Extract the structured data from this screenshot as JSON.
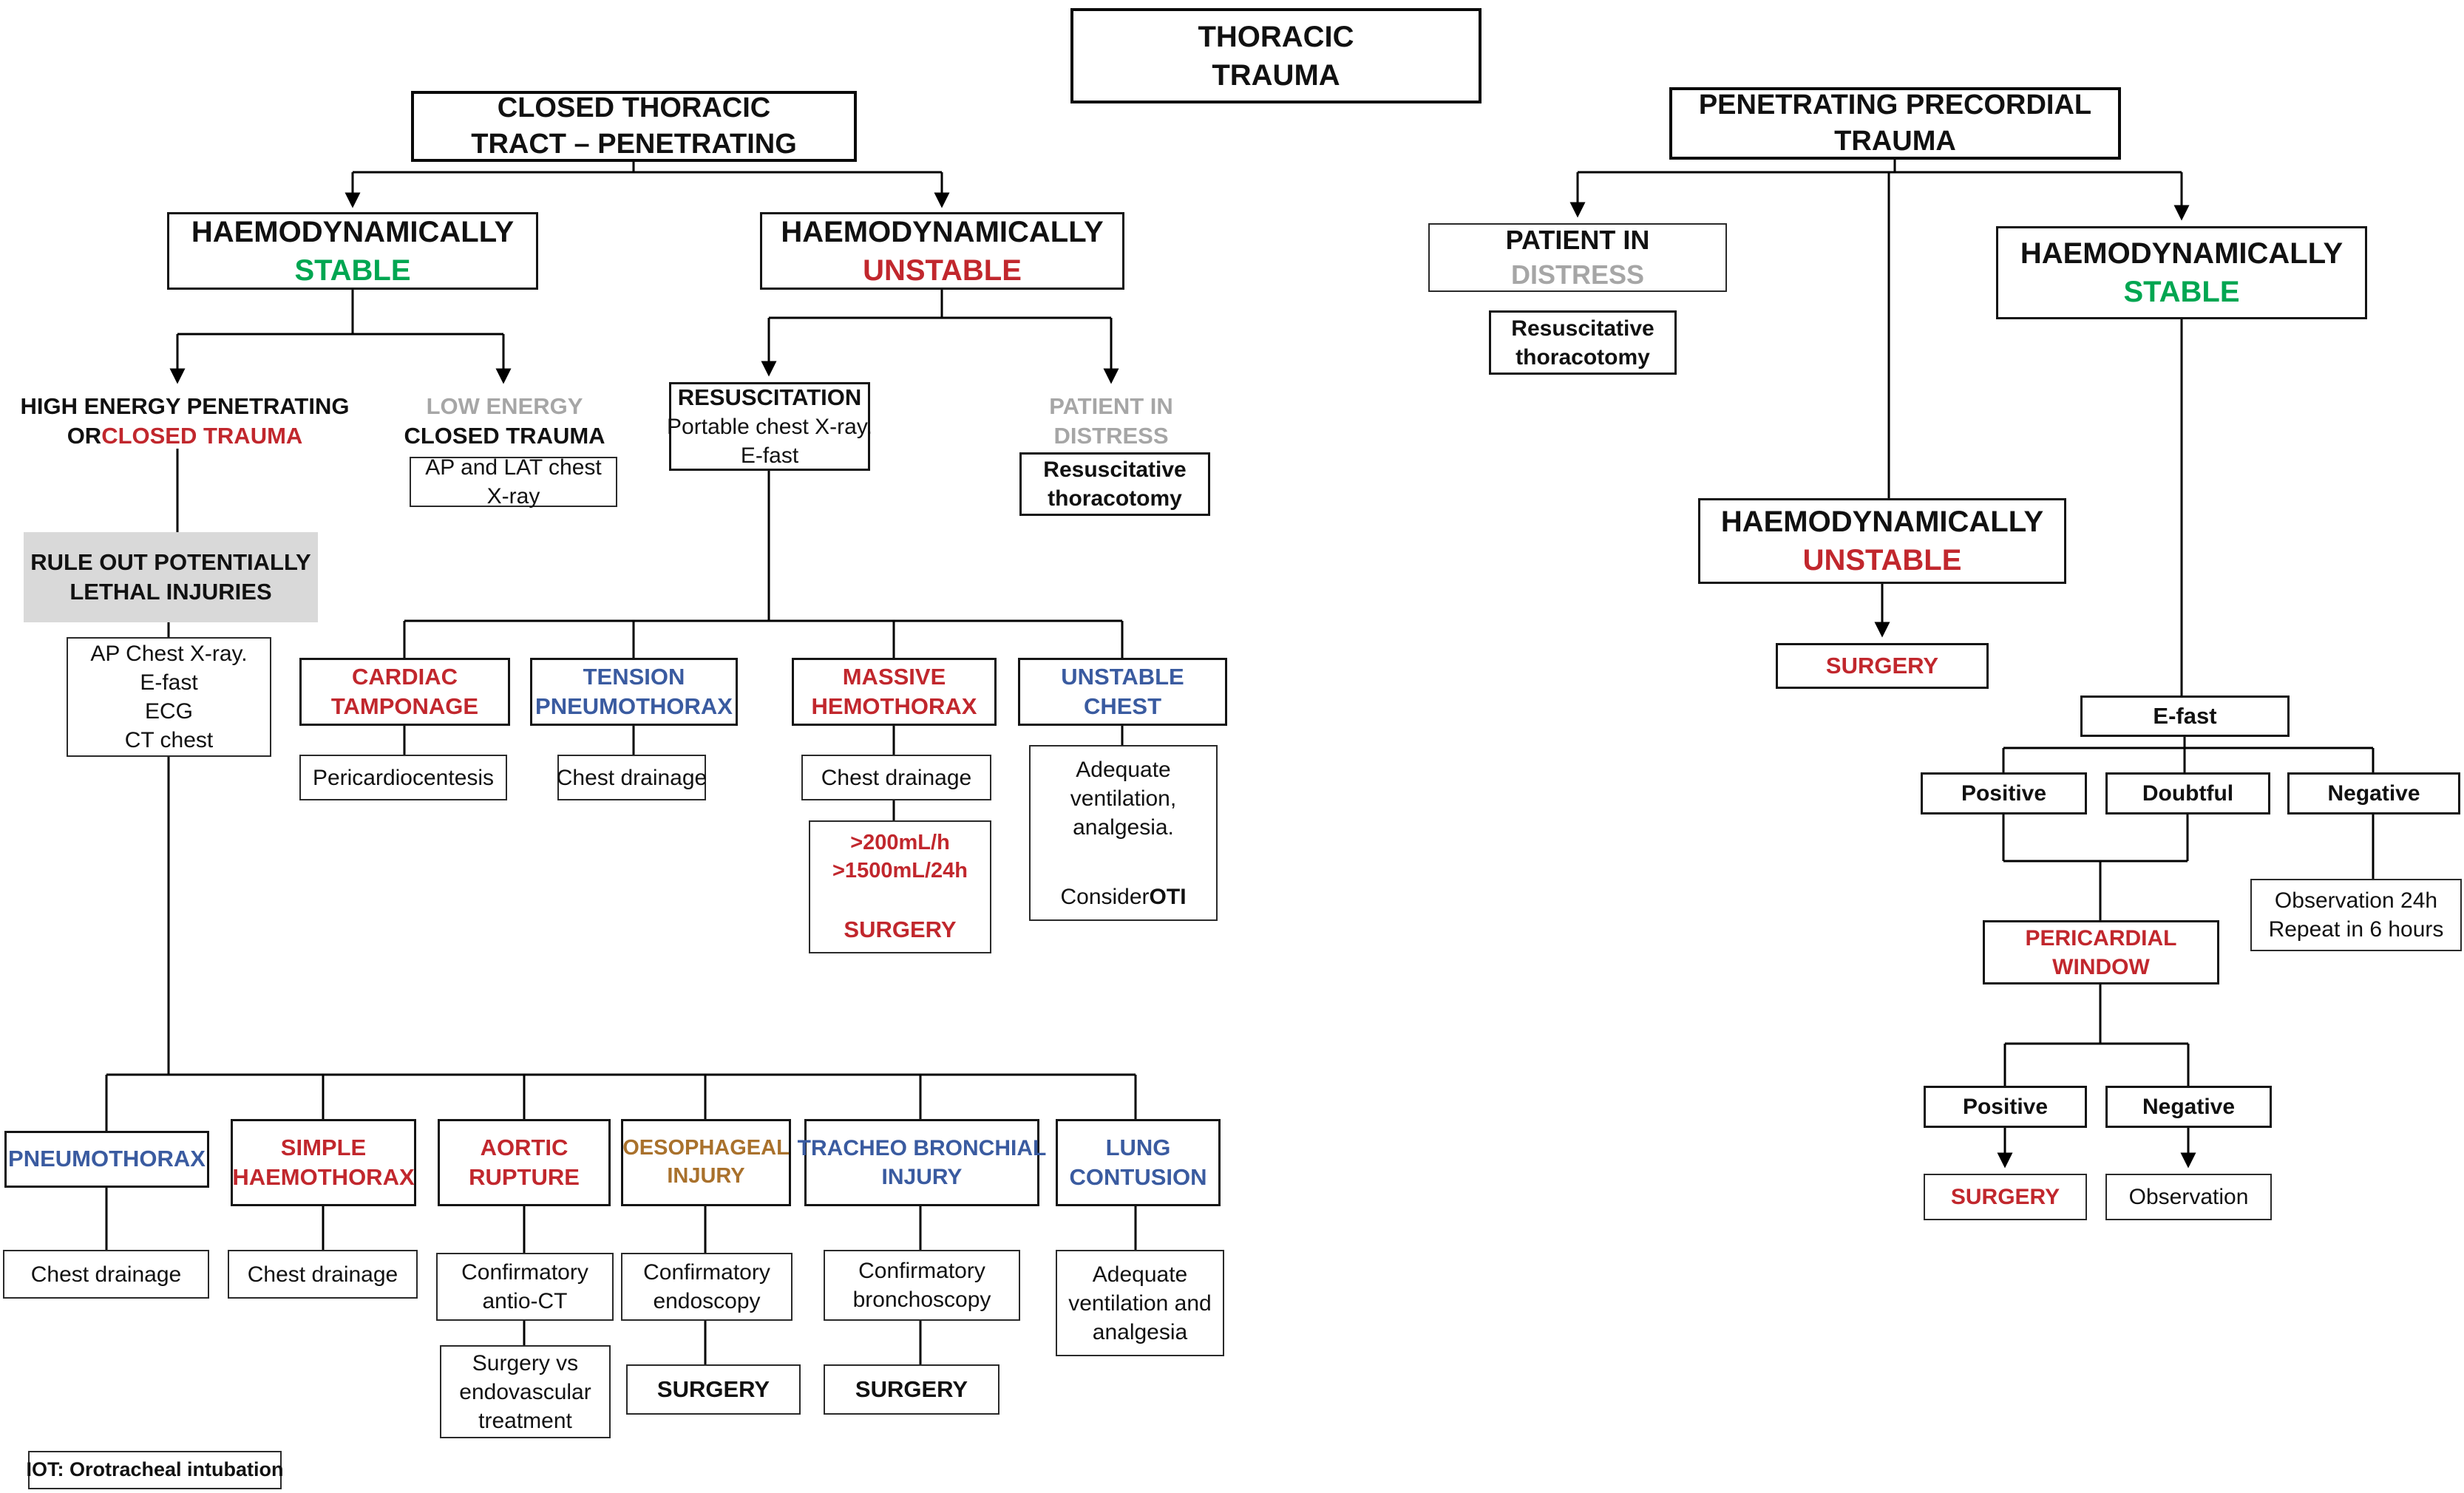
{
  "colors": {
    "text_black": "#111111",
    "accent_red": "#C1272D",
    "accent_green": "#00A651",
    "accent_blue": "#3A5BA0",
    "accent_gray": "#A6A6A6",
    "accent_brown": "#A9712C",
    "highlight_fill": "#D9D9D9",
    "line_color": "#000000"
  },
  "nodes": {
    "title": {
      "l1": "THORACIC",
      "l2": "TRAUMA"
    },
    "closedHeader": {
      "l1": "CLOSED THORACIC",
      "l2": "TRACT – PENETRATING"
    },
    "hemoStableL": {
      "l1": "HAEMODYNAMICALLY",
      "l2": "STABLE"
    },
    "hemoUnstableL": {
      "l1": "HAEMODYNAMICALLY",
      "l2": "UNSTABLE"
    },
    "highEnergy": {
      "l1": "HIGH ENERGY PENETRATING",
      "l2a": "OR ",
      "l2b": "CLOSED TRAUMA"
    },
    "lowEnergy": {
      "l1": "LOW ENERGY",
      "l2": "CLOSED TRAUMA"
    },
    "apLat": {
      "l1": "AP and LAT chest",
      "l2": "X-ray"
    },
    "resuscitation": {
      "l1": "RESUSCITATION",
      "l2": "Portable chest X-ray.",
      "l3": "E-fast"
    },
    "patientDistressL": {
      "l1": "PATIENT IN",
      "l2": "DISTRESS"
    },
    "resusThoracL": {
      "l1": "Resuscitative",
      "l2": "thoracotomy"
    },
    "ruleOut": {
      "l1": "RULE OUT POTENTIALLY",
      "l2": "LETHAL INJURIES"
    },
    "apChest": {
      "l1": "AP Chest X-ray.",
      "l2": "E-fast",
      "l3": "ECG",
      "l4": "CT chest"
    },
    "cardiacTamponage": {
      "l1": "CARDIAC",
      "l2": "TAMPONAGE"
    },
    "tensionPneumo": {
      "l1": "TENSION",
      "l2": "PNEUMOTHORAX"
    },
    "massiveHemo": {
      "l1": "MASSIVE",
      "l2": "HEMOTHORAX"
    },
    "unstableChest": {
      "l1": "UNSTABLE",
      "l2": "CHEST"
    },
    "pericardiocentesis": {
      "l1": "Pericardiocentesis"
    },
    "chestDrainageTension": {
      "l1": "Chest drainage"
    },
    "chestDrainageMassive": {
      "l1": "Chest drainage"
    },
    "surgery200": {
      "l1": ">200mL/h",
      "l2": ">1500mL/24h",
      "l3": "SURGERY"
    },
    "adequateVent": {
      "l1": "Adequate",
      "l2": "ventilation,",
      "l3": "analgesia.",
      "l4a": "Consider ",
      "l4b": "OTI"
    },
    "pneumothorax": {
      "l1": "PNEUMOTHORAX"
    },
    "simpleHaemo": {
      "l1": "SIMPLE",
      "l2": "HAEMOTHORAX"
    },
    "aorticRupture": {
      "l1": "AORTIC",
      "l2": "RUPTURE"
    },
    "oesophageal": {
      "l1": "OESOPHAGEAL",
      "l2": "INJURY"
    },
    "tracheoBronchial": {
      "l1": "TRACHEO BRONCHIAL",
      "l2": "INJURY"
    },
    "lungContusion": {
      "l1": "LUNG",
      "l2": "CONTUSION"
    },
    "chestDrainagePneumo": {
      "l1": "Chest drainage"
    },
    "chestDrainageSimple": {
      "l1": "Chest drainage"
    },
    "confirmAntioCT": {
      "l1": "Confirmatory",
      "l2": "antio-CT"
    },
    "confirmEndoscopy": {
      "l1": "Confirmatory",
      "l2": "endoscopy"
    },
    "confirmBronchoscopy": {
      "l1": "Confirmatory",
      "l2": "bronchoscopy"
    },
    "adequateVentAnalg": {
      "l1": "Adequate",
      "l2": "ventilation and",
      "l3": "analgesia"
    },
    "surgeryVsEndo": {
      "l1": "Surgery vs",
      "l2": "endovascular",
      "l3": "treatment"
    },
    "surgeryEndo": {
      "l1": "SURGERY"
    },
    "surgeryBroncho": {
      "l1": "SURGERY"
    },
    "iotNote": {
      "l1": "IOT: Orotracheal intubation"
    },
    "penetratingHeader": {
      "l1": "PENETRATING PRECORDIAL",
      "l2": "TRAUMA"
    },
    "patientDistressR": {
      "l1": "PATIENT IN",
      "l2": "DISTRESS"
    },
    "resusThoracR": {
      "l1": "Resuscitative",
      "l2": "thoracotomy"
    },
    "hemoStableR": {
      "l1": "HAEMODYNAMICALLY",
      "l2": "STABLE"
    },
    "hemoUnstableR": {
      "l1": "HAEMODYNAMICALLY",
      "l2": "UNSTABLE"
    },
    "surgeryR1": {
      "l1": "SURGERY"
    },
    "efast": {
      "l1": "E-fast"
    },
    "positive1": {
      "l1": "Positive"
    },
    "doubtful": {
      "l1": "Doubtful"
    },
    "negative1": {
      "l1": "Negative"
    },
    "observation24": {
      "l1": "Observation 24h",
      "l2": "Repeat in 6 hours"
    },
    "pericardialWindow": {
      "l1": "PERICARDIAL",
      "l2": "WINDOW"
    },
    "positive2": {
      "l1": "Positive"
    },
    "negative2": {
      "l1": "Negative"
    },
    "surgeryR2": {
      "l1": "SURGERY"
    },
    "observation2": {
      "l1": "Observation"
    }
  }
}
